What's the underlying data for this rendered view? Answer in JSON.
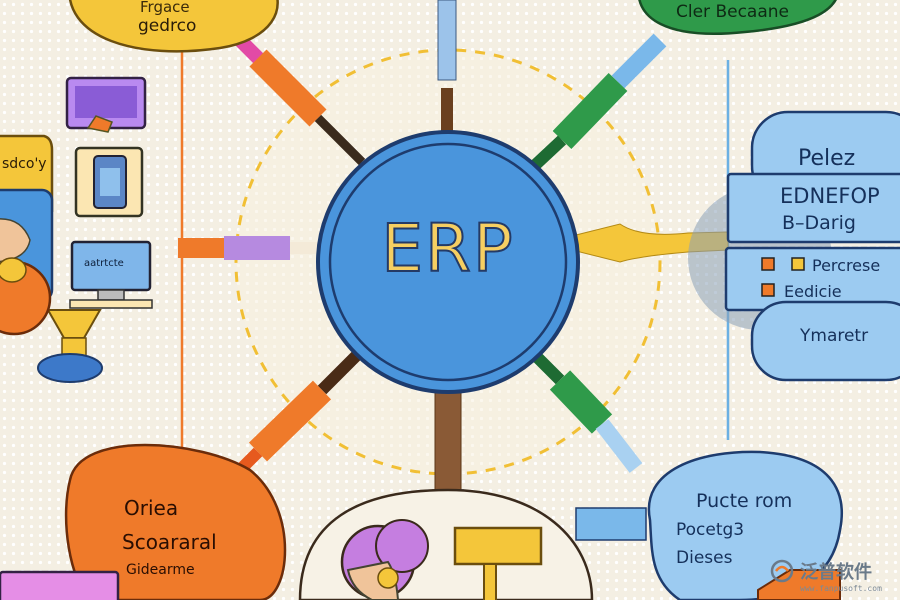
{
  "hub": {
    "label": "ERP"
  },
  "nodes": {
    "top_left": {
      "lines": [
        "°°°°°°°°",
        "Frgace",
        "gedrco"
      ]
    },
    "top_right": {
      "lines": [
        "Cler Becaane"
      ]
    },
    "right_card": {
      "title": "Pelez",
      "line1": "EDNEFOP",
      "line2": "B–Darig",
      "item1": "Percrese",
      "item2": "Eedicie",
      "footer": "Ymaretr"
    },
    "left_card": {
      "label": "sdco'y",
      "laptop_label": "aatrtcte"
    },
    "bottom_left": {
      "lines": [
        "Oriea",
        "Scoararal",
        "Gidearme"
      ]
    },
    "bottom_right": {
      "lines": [
        "Pucte rom",
        "Pocetg3",
        "Dieses"
      ]
    }
  },
  "watermark": {
    "text": "泛普软件",
    "url": "www.fanpusoft.com"
  },
  "colors": {
    "hub_fill": "#4a95dc",
    "hub_ring": "#1e3c6e",
    "hub_text": "#f6cf62",
    "orange": "#ef7a2a",
    "green": "#2f9a4a",
    "yellow": "#f4c63a",
    "purple": "#b68ae0",
    "light_blue": "#a9d1f1",
    "card_blue": "#9ccbf1"
  }
}
